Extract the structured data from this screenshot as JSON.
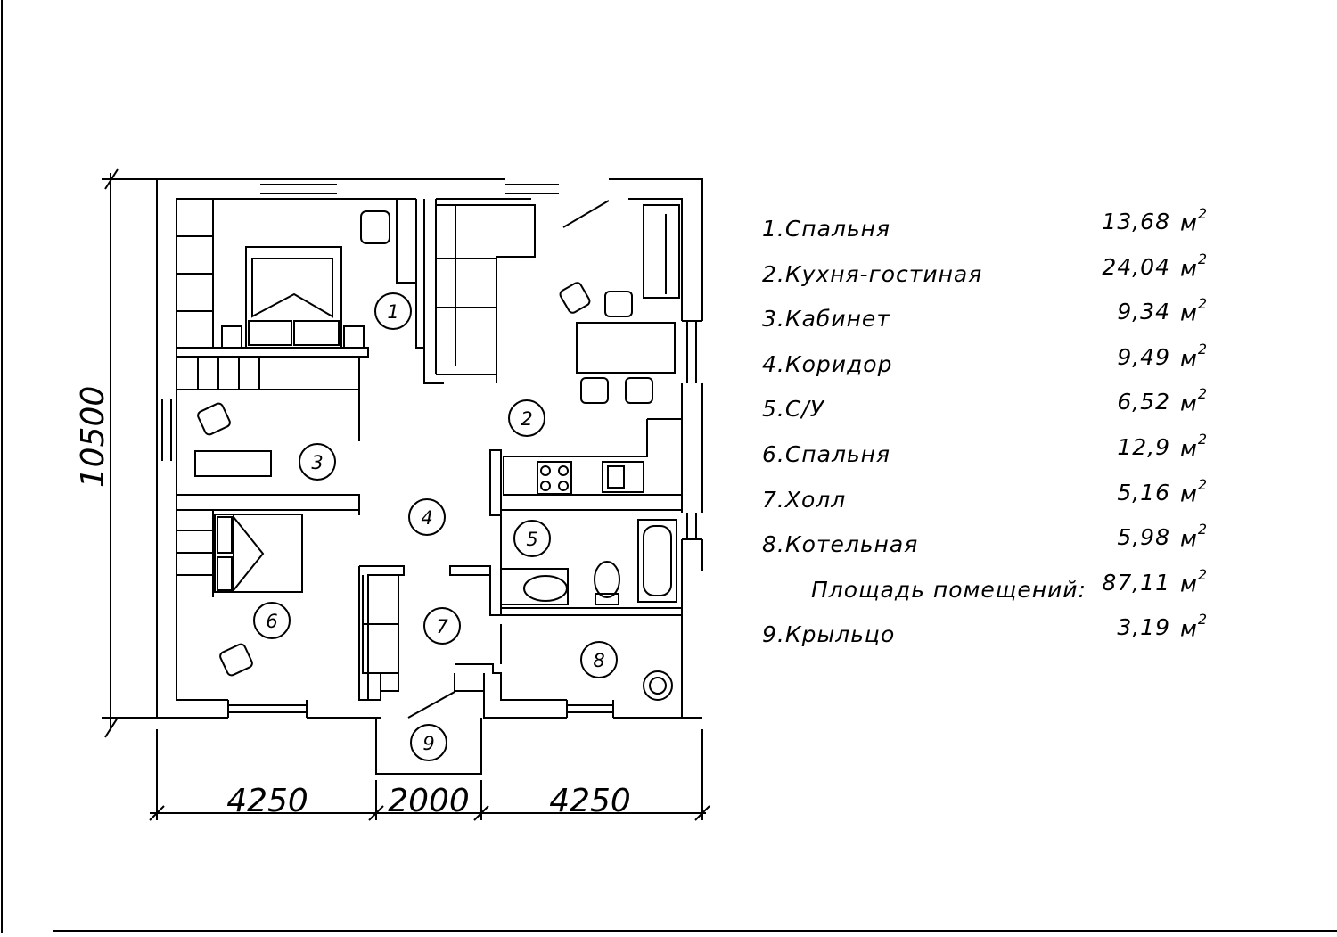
{
  "dimensions": {
    "overall_height": "10500",
    "width_left": "4250",
    "width_middle": "2000",
    "width_right": "4250"
  },
  "room_markers": [
    "1",
    "2",
    "3",
    "4",
    "5",
    "6",
    "7",
    "8",
    "9"
  ],
  "legend": {
    "rooms": [
      {
        "name": "1.Спальня",
        "area": "13,68",
        "unit": "м"
      },
      {
        "name": "2.Кухня-гостиная",
        "area": "24,04",
        "unit": "м"
      },
      {
        "name": "3.Кабинет",
        "area": "9,34",
        "unit": "м"
      },
      {
        "name": "4.Коридор",
        "area": "9,49",
        "unit": "м"
      },
      {
        "name": "5.С/У",
        "area": "6,52",
        "unit": "м"
      },
      {
        "name": "6.Спальня",
        "area": "12,9",
        "unit": "м"
      },
      {
        "name": "7.Холл",
        "area": "5,16",
        "unit": "м"
      },
      {
        "name": "8.Котельная",
        "area": "5,98",
        "unit": "м"
      }
    ],
    "total": {
      "name": "Площадь помещений:",
      "area": "87,11",
      "unit": "м"
    },
    "porch": {
      "name": "9.Крыльцо",
      "area": "3,19",
      "unit": "м"
    },
    "unit_power": "2"
  }
}
